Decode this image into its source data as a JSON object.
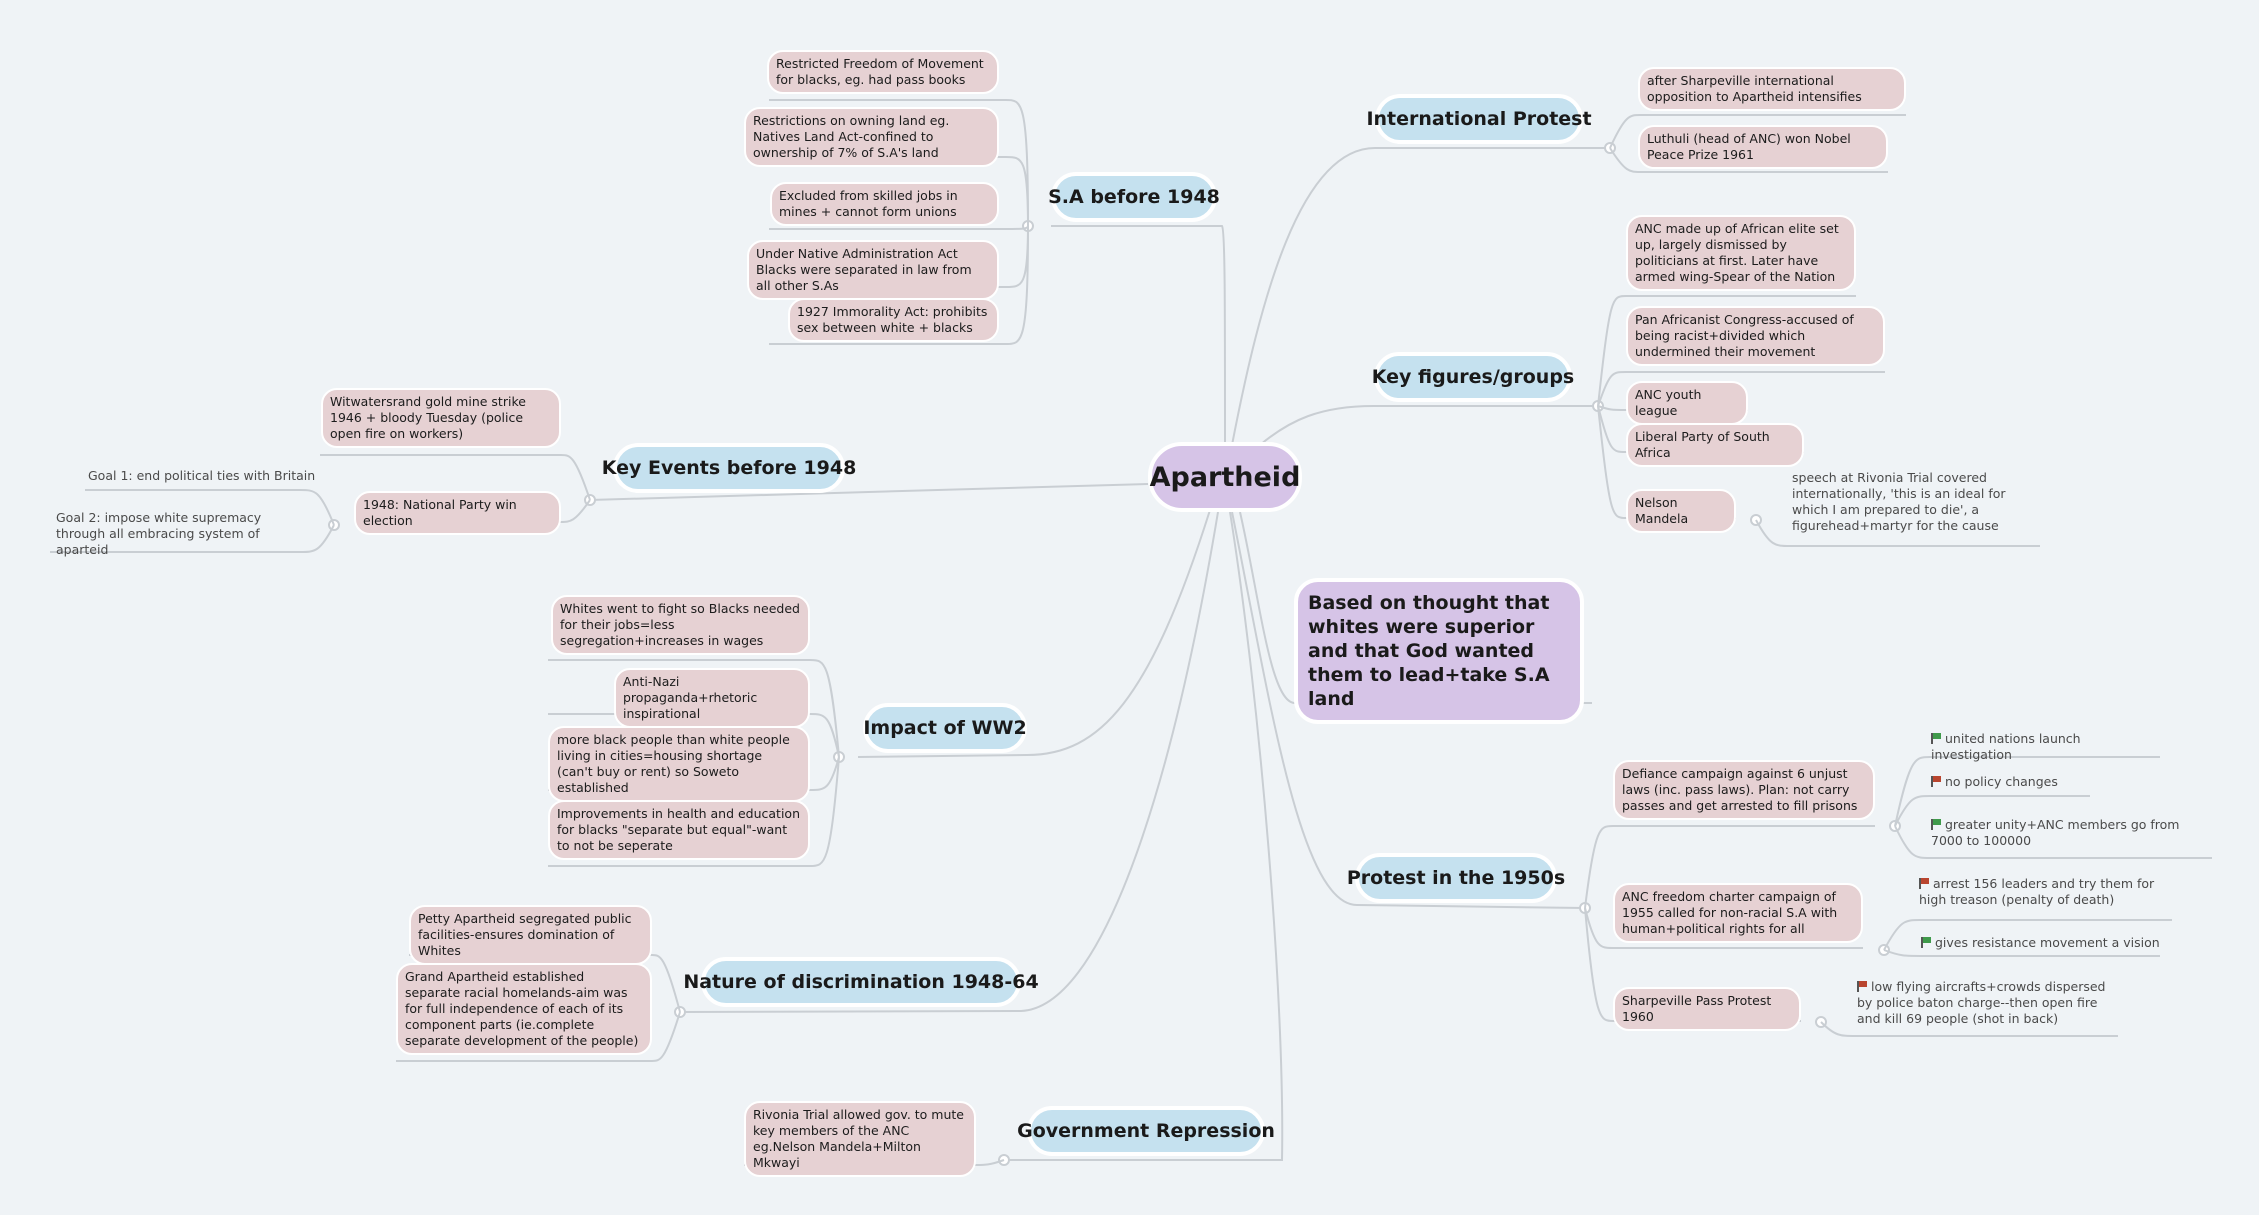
{
  "central": {
    "label": "Apartheid"
  },
  "branches": {
    "sa_before_1948": {
      "label": "S.A before 1948",
      "items": [
        "Restricted Freedom of Movement for blacks, eg. had pass books",
        "Restrictions on owning land eg. Natives Land Act-confined to ownership of 7% of S.A's land",
        "Excluded from skilled jobs in mines + cannot form unions",
        "Under Native Administration Act Blacks were separated in law from all other S.As",
        "1927 Immorality Act: prohibits sex between white + blacks"
      ]
    },
    "key_events": {
      "label": "Key Events before 1948",
      "items": [
        "Witwatersrand gold mine strike 1946 + bloody Tuesday (police open fire on workers)",
        "1948: National Party win election"
      ],
      "goals": [
        "Goal 1: end political ties with Britain",
        "Goal 2: impose white supremacy through all embracing system of aparteid"
      ]
    },
    "impact_ww2": {
      "label": "Impact of WW2",
      "items": [
        "Whites went to fight so Blacks needed for their jobs=less segregation+increases in wages",
        "Anti-Nazi propaganda+rhetoric inspirational",
        "more black people than white people living in cities=housing shortage (can't buy or rent) so Soweto established",
        "Improvements in health and education for blacks \"separate but equal\"-want to not be seperate"
      ]
    },
    "nature_discrimination": {
      "label": "Nature of discrimination 1948-64",
      "items": [
        "Petty Apartheid segregated public facilities-ensures domination of Whites",
        "Grand Apartheid established separate racial homelands-aim was for full independence of each of its component parts (ie.complete separate development of the people)"
      ]
    },
    "gov_repression": {
      "label": "Government Repression",
      "items": [
        "Rivonia Trial allowed gov. to mute key members of the ANC eg.Nelson Mandela+Milton Mkwayi"
      ]
    },
    "international_protest": {
      "label": "International Protest",
      "items": [
        "after Sharpeville international opposition to Apartheid intensifies",
        "Luthuli (head of ANC) won Nobel Peace Prize 1961"
      ]
    },
    "key_figures": {
      "label": "Key figures/groups",
      "items": [
        "ANC made up of African elite set up, largely dismissed by politicians at first. Later have armed wing-Spear of the Nation",
        "Pan Africanist Congress-accused of being racist+divided which undermined their movement",
        "ANC youth league",
        "Liberal Party of South Africa",
        "Nelson Mandela"
      ],
      "mandela_note": "speech at Rivonia Trial covered internationally, 'this is an ideal for which I am prepared to die', a figurehead+martyr for the cause"
    },
    "based_on": {
      "label": "Based on thought that whites were superior and that God wanted them to lead+take S.A land"
    },
    "protest_1950s": {
      "label": "Protest in the 1950s",
      "items": [
        "Defiance campaign against 6 unjust laws (inc. pass laws). Plan: not carry passes and get arrested to fill prisons",
        "ANC freedom charter campaign of 1955 called for non-racial S.A with human+political rights for all",
        "Sharpeville Pass Protest 1960"
      ],
      "defiance_outcomes": [
        {
          "text": "united nations launch investigation",
          "flag": "green"
        },
        {
          "text": "no policy changes",
          "flag": "red"
        },
        {
          "text": "greater unity+ANC members go from 7000 to 100000",
          "flag": "green"
        }
      ],
      "charter_outcomes": [
        {
          "text": "arrest 156 leaders and try them for high treason (penalty of death)",
          "flag": "red"
        },
        {
          "text": "gives resistance movement a vision",
          "flag": "green"
        }
      ],
      "sharpeville_outcomes": [
        {
          "text": "low flying aircrafts+crowds dispersed by police baton charge--then open fire and kill 69 people (shot in back)",
          "flag": "red"
        }
      ]
    }
  },
  "colors": {
    "background": "#eff3f6",
    "central_fill": "#d6c4e7",
    "main_fill": "#c5e1ef",
    "sub_fill": "#e6d1d3",
    "connector": "#c9ced3",
    "flag_green": "#3f9a4b",
    "flag_red": "#b9452f"
  },
  "icons": {
    "positive": "green-flag-icon",
    "negative": "red-flag-icon"
  }
}
